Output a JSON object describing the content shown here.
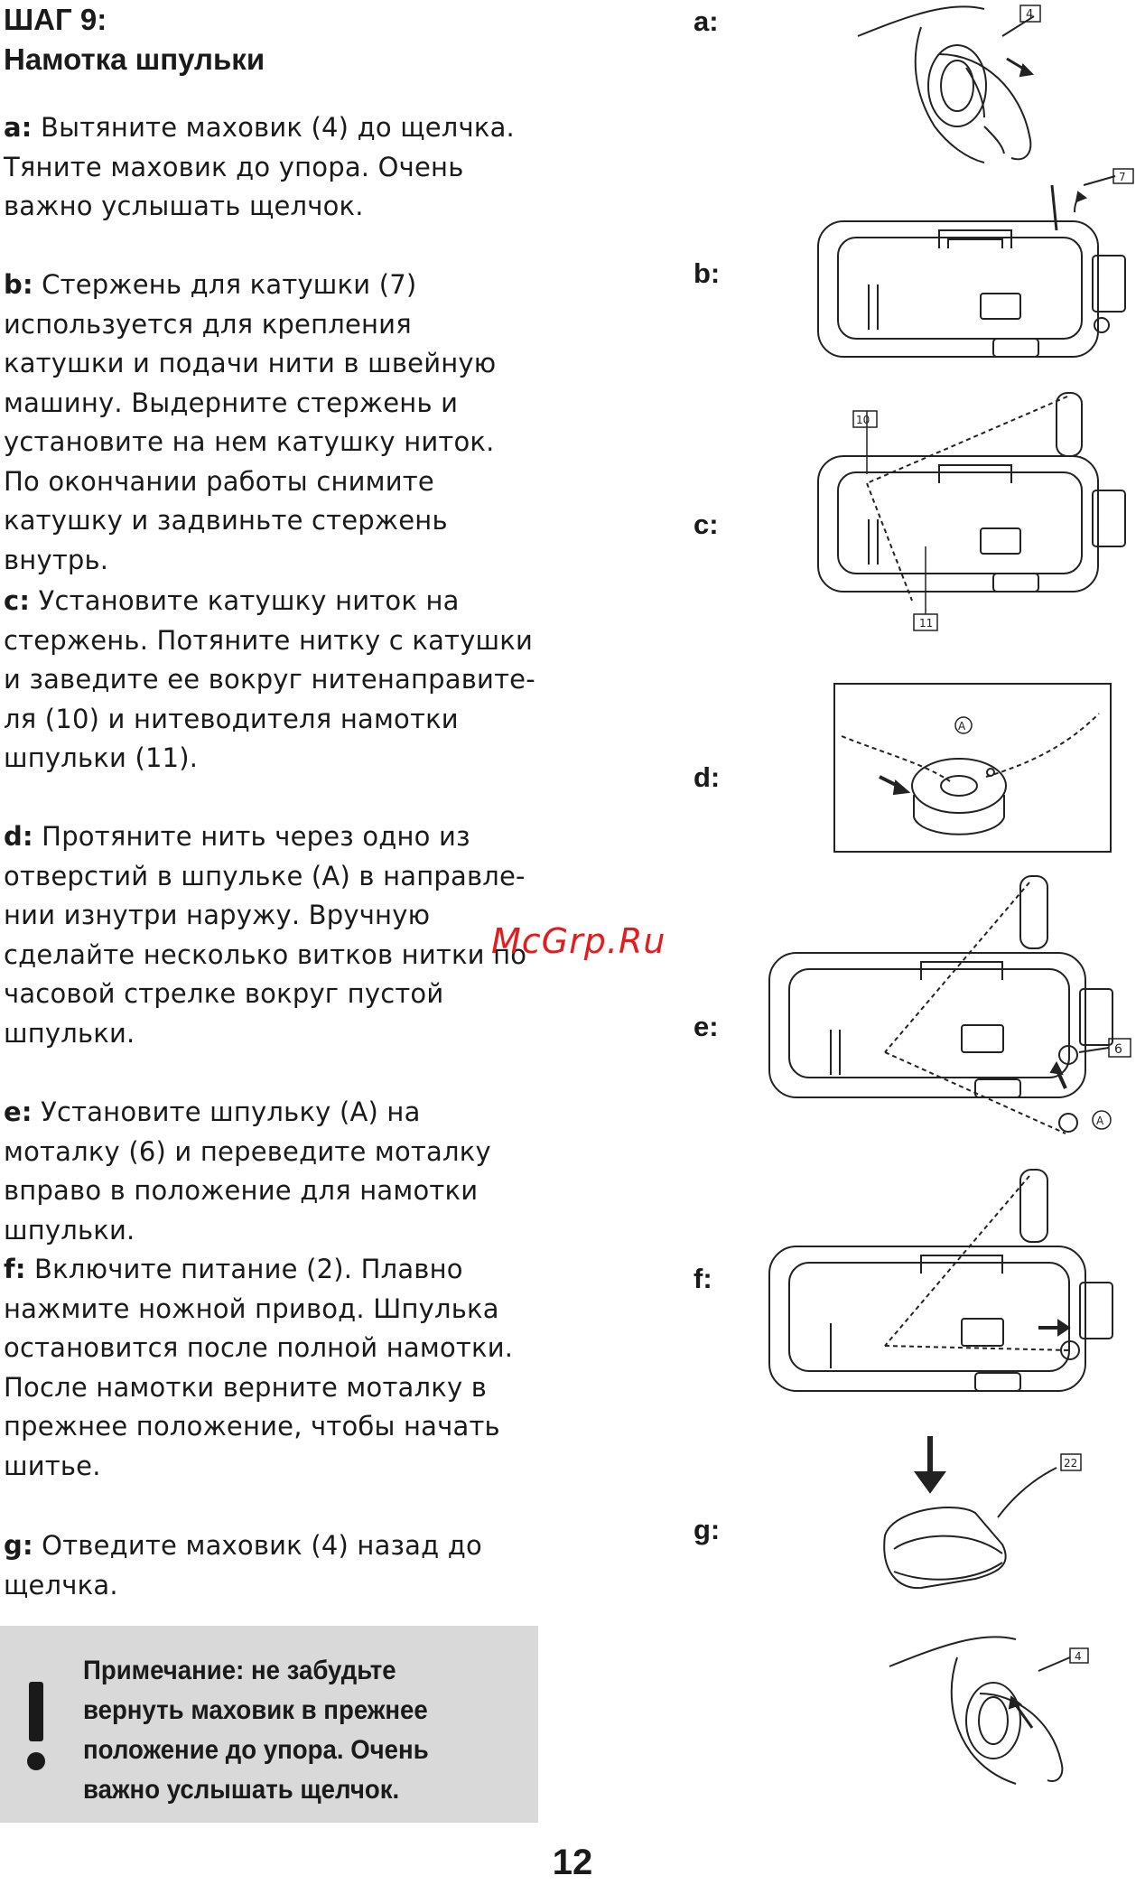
{
  "header": {
    "step": "ШАГ 9:",
    "title": "Намотка шпульки"
  },
  "steps": [
    {
      "letter": "a:",
      "text": " Вытяните маховик (4) до щелчка. Тяните маховик до упора. Очень важно услышать щелчок."
    },
    {
      "letter": "b:",
      "text": " Стержень для катушки (7) используется для крепления катушки и подачи нити в швейную машину. Выдерните стержень и установите на нем катушку ниток. По окончании работы снимите катушку и задвиньте стержень внутрь."
    },
    {
      "letter": "c:",
      "text": " Установите катушку ниток на стержень. Потяните нитку с катушки и заведите ее вокруг нитенаправите-ля (10) и нитеводителя намотки шпульки (11)."
    },
    {
      "letter": "d:",
      "text": " Протяните нить через одно из отверстий в шпульке (А) в направле-нии изнутри наружу. Вручную сделайте несколько витков нитки по часовой стрелке вокруг пустой шпульки."
    },
    {
      "letter": "e:",
      "text": " Установите шпульку (А) на моталку (6) и переведите моталку вправо в положение для намотки шпульки."
    },
    {
      "letter": "f:",
      "text": " Включите питание (2). Плавно нажмите ножной привод. Шпулька остановится после полной намотки. После намотки верните моталку в прежнее положение, чтобы начать шитье."
    },
    {
      "letter": "g:",
      "text": " Отведите маховик (4) назад до щелчка."
    }
  ],
  "note": {
    "text": "Примечание: не забудьте вернуть маховик в прежнее положение до упора. Очень важно услышать щелчок."
  },
  "figures": {
    "labels": [
      "a:",
      "b:",
      "c:",
      "d:",
      "e:",
      "f:",
      "g:"
    ],
    "callouts": {
      "a": "4",
      "b": "7",
      "c_top": "10",
      "c_bottom": "11",
      "d": "A",
      "e_num": "6",
      "e_letter": "A",
      "g": "22",
      "h": "4"
    }
  },
  "watermark": "McGrp.Ru",
  "page_number": "12"
}
